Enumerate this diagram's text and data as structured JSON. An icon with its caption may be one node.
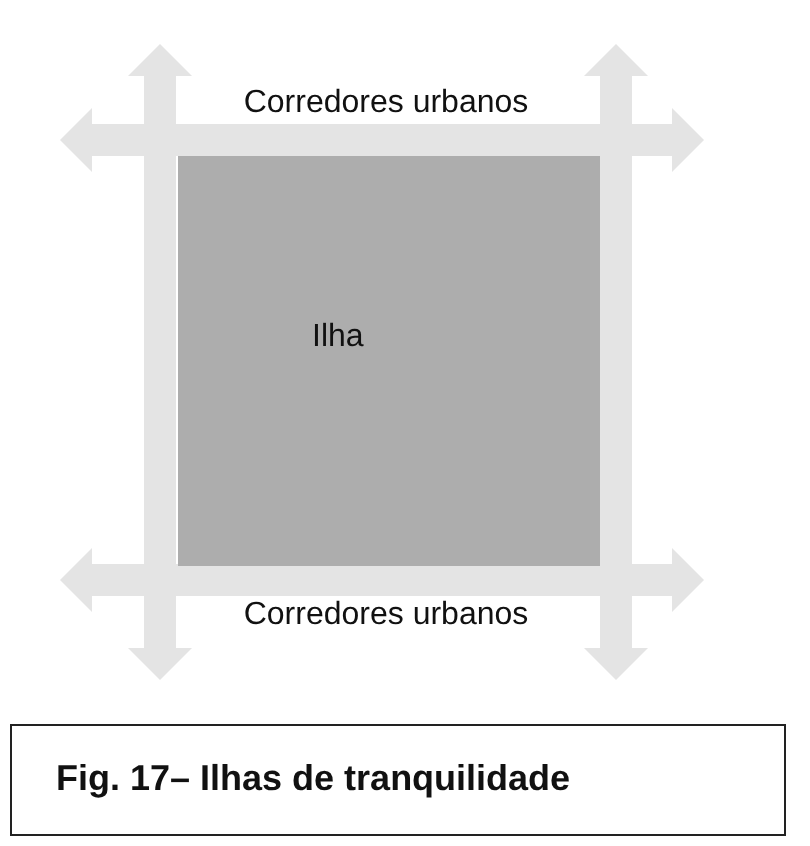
{
  "diagram": {
    "caption": "Fig. 17– Ilhas de tranquilidade",
    "nodes": [
      {
        "text": [
          "Ilha"
        ]
      }
    ],
    "labels": [
      "Corredores urbanos",
      "Corredores urbanos"
    ]
  }
}
